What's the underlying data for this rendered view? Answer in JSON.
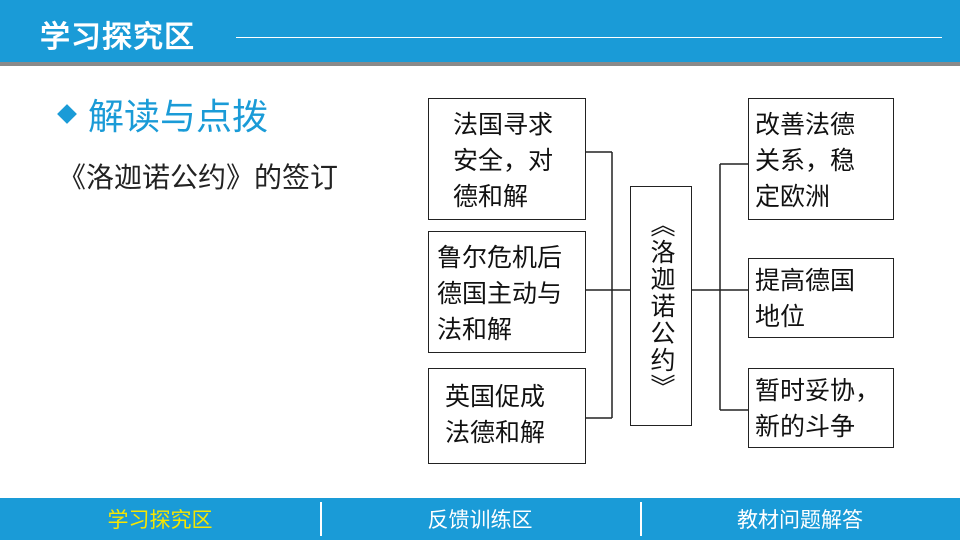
{
  "header": {
    "title": "学习探究区"
  },
  "section": {
    "title": "解读与点拨",
    "subtitle": "《洛迦诺公约》的签订"
  },
  "diagram": {
    "causes": [
      [
        "法国寻求",
        "安全，对",
        "德和解"
      ],
      [
        "鲁尔危机后",
        "德国主动与",
        "法和解"
      ],
      [
        "英国促成",
        "法德和解"
      ]
    ],
    "center": "《洛迦诺公约》",
    "effects": [
      [
        "改善法德",
        "关系，稳",
        "定欧洲"
      ],
      [
        "提高德国",
        "地位"
      ],
      [
        "暂时妥协，",
        "新的斗争"
      ]
    ]
  },
  "footer": {
    "tabs": [
      {
        "label": "学习探究区",
        "active": true
      },
      {
        "label": "反馈训练区",
        "active": false
      },
      {
        "label": "教材问题解答",
        "active": false
      }
    ]
  },
  "colors": {
    "brand": "#1a9bd7",
    "active_tab": "#f7e600"
  }
}
